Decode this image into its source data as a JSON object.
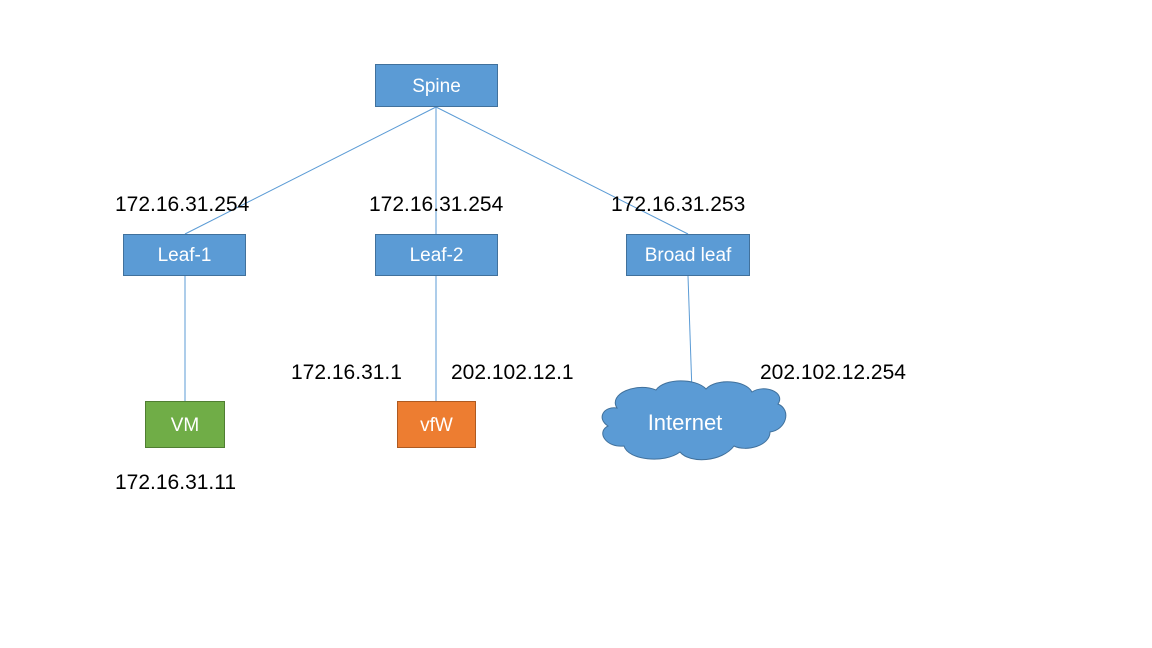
{
  "colors": {
    "node_blue": "#5b9bd5",
    "node_blue_border": "#41719c",
    "vm_green": "#70ad47",
    "vm_green_border": "#507e32",
    "vfw_orange": "#ed7d31",
    "vfw_orange_border": "#ae5a21",
    "link": "#5b9bd5",
    "text_light": "#ffffff",
    "text_dark": "#000000"
  },
  "nodes": {
    "spine": {
      "label": "Spine"
    },
    "leaf1": {
      "label": "Leaf-1"
    },
    "leaf2": {
      "label": "Leaf-2"
    },
    "broad_leaf": {
      "label": "Broad leaf"
    },
    "vm": {
      "label": "VM"
    },
    "vfw": {
      "label": "vfW"
    },
    "internet": {
      "label": "Internet",
      "shape": "cloud"
    }
  },
  "links": [
    {
      "from": "spine",
      "to": "leaf1"
    },
    {
      "from": "spine",
      "to": "leaf2"
    },
    {
      "from": "spine",
      "to": "broad_leaf"
    },
    {
      "from": "leaf1",
      "to": "vm"
    },
    {
      "from": "leaf2",
      "to": "vfw"
    },
    {
      "from": "broad_leaf",
      "to": "internet"
    }
  ],
  "ip_labels": {
    "leaf1_ip": "172.16.31.254",
    "leaf2_ip": "172.16.31.254",
    "broad_leaf_ip": "172.16.31.253",
    "vfw_inside_ip": "172.16.31.1",
    "vfw_outside_ip": "202.102.12.1",
    "internet_ip": "202.102.12.254",
    "vm_ip": "172.16.31.11"
  }
}
